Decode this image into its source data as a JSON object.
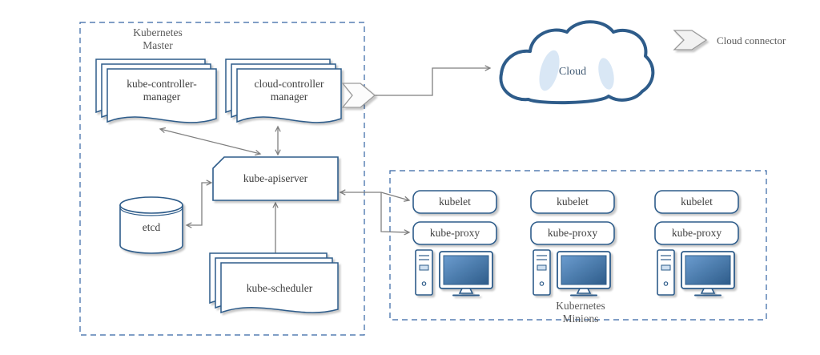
{
  "diagram": {
    "master": {
      "title": [
        "Kubernetes",
        "Master"
      ],
      "kube_controller_manager": [
        "kube-controller-",
        "manager"
      ],
      "cloud_controller_manager": [
        "cloud-controller",
        "manager"
      ],
      "kube_apiserver": "kube-apiserver",
      "etcd": "etcd",
      "kube_scheduler": "kube-scheduler"
    },
    "cloud": {
      "label": "Cloud"
    },
    "legend": {
      "cloud_connector": "Cloud connector"
    },
    "minions": {
      "title": [
        "Kubernetes",
        "Minions"
      ],
      "nodes": [
        {
          "kubelet": "kubelet",
          "kube_proxy": "kube-proxy"
        },
        {
          "kubelet": "kubelet",
          "kube_proxy": "kube-proxy"
        },
        {
          "kubelet": "kubelet",
          "kube_proxy": "kube-proxy"
        }
      ]
    },
    "colors": {
      "primary_blue": "#2e5c8a",
      "light_blue_fill": "#d9e7f5",
      "arrow_gray": "#7f7f7f",
      "chevron_gray": "#9a9a9a",
      "text_dark": "#3d3d3d",
      "text_gray": "#595959"
    }
  }
}
